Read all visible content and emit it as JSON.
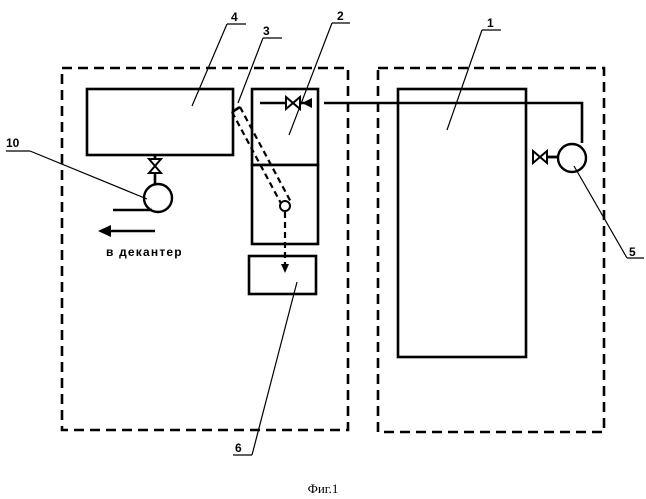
{
  "figure": {
    "caption": "Фиг.1",
    "outlet_note": "в декантер"
  },
  "labels": {
    "unit_1": "1",
    "unit_2": "2",
    "unit_3": "3",
    "unit_4": "4",
    "unit_5": "5",
    "unit_6": "6",
    "unit_10": "10"
  },
  "style": {
    "line_color": "#000000",
    "background": "#ffffff"
  }
}
